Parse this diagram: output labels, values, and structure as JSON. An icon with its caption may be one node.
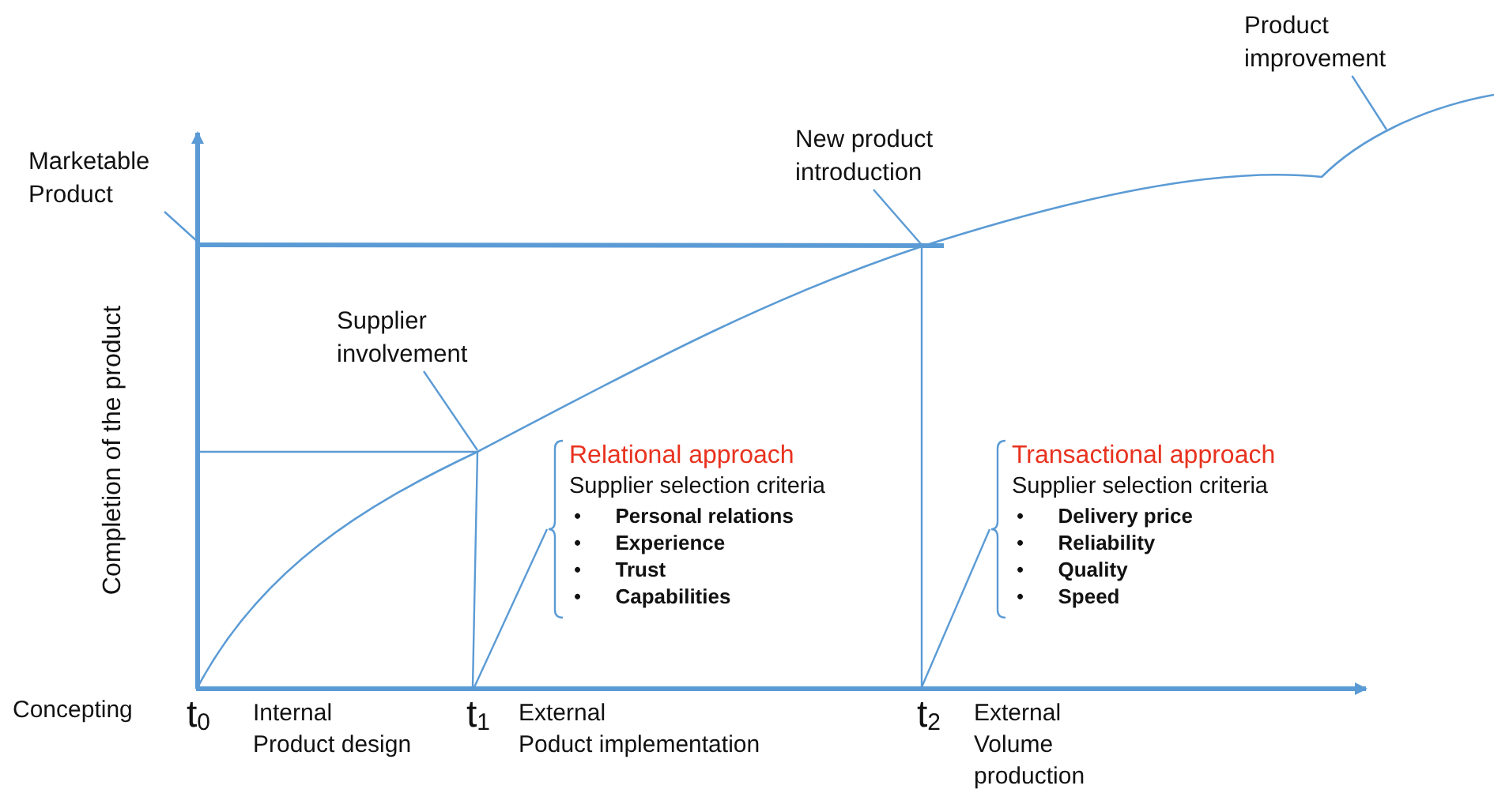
{
  "diagram": {
    "nodes": [
      {
        "text": [
          "Product improvement"
        ]
      },
      {
        "text": [
          "New product introduction"
        ]
      },
      {
        "text": [
          "Marketable Product"
        ]
      },
      {
        "text": [
          "Supplier involvement"
        ]
      },
      {
        "text": [
          "Relational approach",
          "Supplier selection criteria",
          "•      **Personal relations**",
          "•      **Experience**",
          "•      **Trust**",
          "•      **Capabilities**"
        ]
      },
      {
        "text": [
          "Transactional approach",
          "Supplier selection criteria",
          "•      **Delivery price**",
          "•      **Reliability**",
          "•      **Quality**",
          "•      **Speed**"
        ]
      }
    ],
    "edges": [
      {
        "from": 0,
        "to": null,
        "arrow": "none"
      },
      {
        "from": 1,
        "to": null,
        "arrow": "none"
      },
      {
        "from": 2,
        "to": null,
        "arrow": "none"
      },
      {
        "from": 3,
        "to": null,
        "arrow": "none"
      },
      {
        "from": 4,
        "to": null,
        "arrow": "none"
      },
      {
        "from": 5,
        "to": null,
        "arrow": "none"
      }
    ],
    "labels": [
      "Completion of the product",
      "Concepting",
      "t$_{0}$",
      "Internal",
      "Product design",
      "t$_{1}$",
      "External",
      "Poduct implementation",
      "t$_{2}$",
      "External",
      "Volume production"
    ]
  }
}
